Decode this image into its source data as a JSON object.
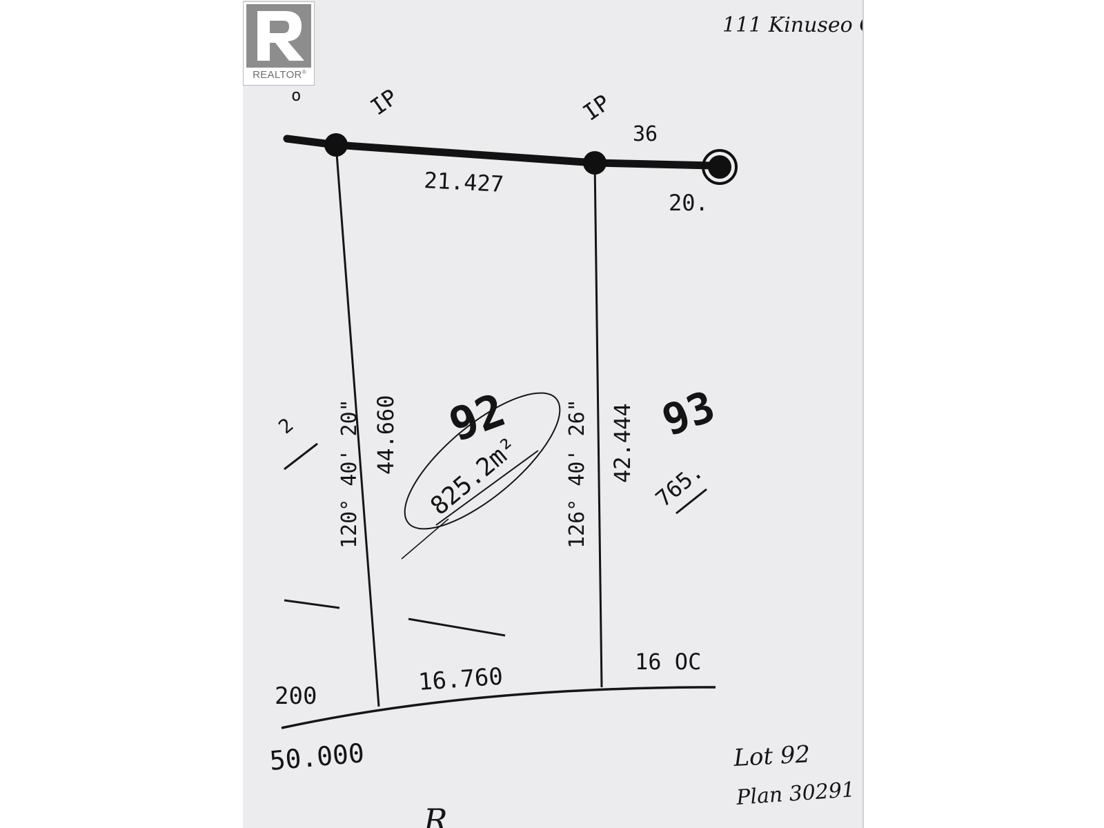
{
  "document": {
    "address_note": "111 Kinuseo C",
    "watermark": "REALTOR",
    "watermark_mark": "®",
    "lot_note": "Lot 92",
    "plan_note": "Plan 30291"
  },
  "plan": {
    "lot_main": "92",
    "lot_main_area": "825.2m²",
    "lot_right": "93",
    "lot_right_area_partial": "765.",
    "pin_label_left": "IP",
    "pin_label_right": "IP",
    "dim_top": "21.427",
    "dim_top_right_angle": "36",
    "dim_top_right_partial": "20.",
    "dim_left_side": "44.660",
    "bearing_left": "120° 40' 20\"",
    "dim_right_side": "42.444",
    "bearing_right": "126° 40' 26\"",
    "dim_bottom": "16.760",
    "dim_bottom_right_partial": "16 OC",
    "dim_bottom_left_partial": "200",
    "curve_radius_partial": "50.000",
    "edge_fragment_left": "2",
    "edge_mark_top_left": "o",
    "road_label_partial": "R"
  },
  "colors": {
    "paper": "#ececee",
    "ink": "#141414",
    "logo_mark": "#8d8d8d"
  }
}
